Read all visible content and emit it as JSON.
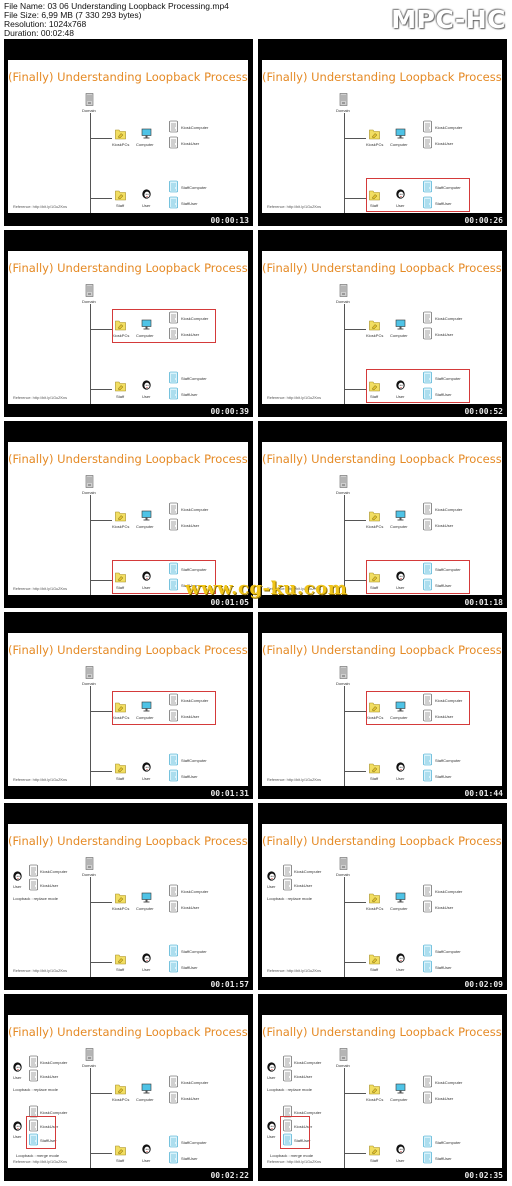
{
  "file_info": {
    "name": "File Name: 03 06 Understanding Loopback Processing.mp4",
    "size": "File Size: 6,99 MB (7 330 293 bytes)",
    "resolution": "Resolution: 1024x768",
    "duration": "Duration: 00:02:48"
  },
  "brand": "MPC-HC",
  "slide_title": "(Finally) Understanding Loopback Processing",
  "reference": "Reference: http://bit.ly/1GuZKns",
  "labels": {
    "domain": "Domain",
    "kioskpcs": "KioskPCs",
    "computer": "Computer",
    "kioskcomputer": "KioskComputer",
    "kioskuser": "KioskUser",
    "staff": "Staff",
    "user": "User",
    "staffcomputer": "StaffComputer",
    "staffuser": "StaffUser",
    "loopback_replace": "Loopback : replace mode",
    "loopback_merge": "Loopback : merge mode"
  },
  "watermark": "www.cg-ku.com",
  "thumbnails": [
    {
      "timestamp": "00:00:13",
      "highlight": "none",
      "left_panel": "none"
    },
    {
      "timestamp": "00:00:26",
      "highlight": "staff",
      "left_panel": "none"
    },
    {
      "timestamp": "00:00:39",
      "highlight": "kiosk",
      "left_panel": "none"
    },
    {
      "timestamp": "00:00:52",
      "highlight": "staff",
      "left_panel": "none"
    },
    {
      "timestamp": "00:01:05",
      "highlight": "staff",
      "left_panel": "none"
    },
    {
      "timestamp": "00:01:18",
      "highlight": "staff",
      "left_panel": "none"
    },
    {
      "timestamp": "00:01:31",
      "highlight": "kiosk",
      "left_panel": "none"
    },
    {
      "timestamp": "00:01:44",
      "highlight": "kiosk",
      "left_panel": "none"
    },
    {
      "timestamp": "00:01:57",
      "highlight": "none",
      "left_panel": "replace"
    },
    {
      "timestamp": "00:02:09",
      "highlight": "none",
      "left_panel": "replace"
    },
    {
      "timestamp": "00:02:22",
      "highlight": "none",
      "left_panel": "merge"
    },
    {
      "timestamp": "00:02:35",
      "highlight": "none",
      "left_panel": "merge"
    }
  ],
  "colors": {
    "title": "#e58a25",
    "highlight": "#d43a3a",
    "frame": "#000000"
  }
}
